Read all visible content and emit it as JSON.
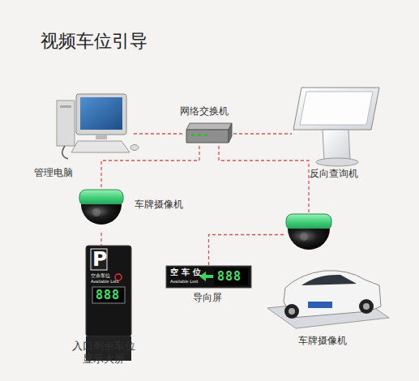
{
  "diagram": {
    "title": "视频车位引导",
    "nodes": [
      {
        "text": [
          "管理电脑"
        ]
      },
      {
        "text": [
          "网络交换机"
        ]
      },
      {
        "text": [
          "反向查询机"
        ]
      },
      {
        "text": [
          "车牌摄像机"
        ]
      },
      {
        "text": [
          "入口剩余车位 显示大屏"
        ]
      },
      {
        "text": [
          "导向屏"
        ]
      },
      {
        "text": [
          "车牌摄像机"
        ]
      }
    ],
    "edges": [
      {
        "from": 0,
        "to": 1,
        "arrow": "none"
      },
      {
        "from": 1,
        "to": 2,
        "arrow": "none"
      },
      {
        "from": 1,
        "to": 3,
        "arrow": "none"
      },
      {
        "from": 3,
        "to": 4,
        "arrow": "none"
      },
      {
        "from": 1,
        "to": 6,
        "arrow": "none"
      },
      {
        "from": 6,
        "to": 5,
        "arrow": "none"
      }
    ],
    "labels": [
      "P",
      "空余车位",
      "Available Lots",
      "888",
      "空车位",
      "Available Lost",
      "888"
    ]
  }
}
